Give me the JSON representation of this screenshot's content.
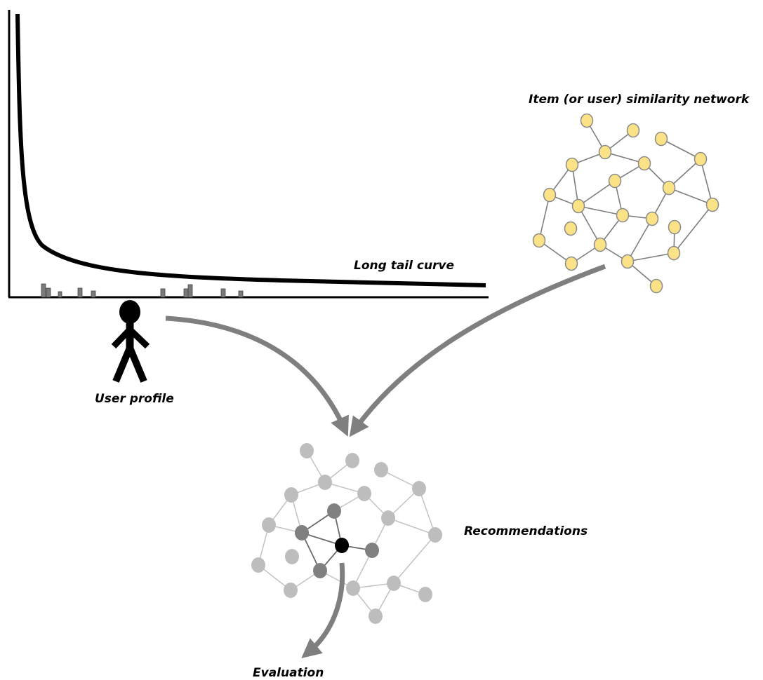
{
  "labels": {
    "long_tail": "Long tail curve",
    "network": "Item (or user) similarity network",
    "user": "User profile",
    "recommendations": "Recommendations",
    "evaluation": "Evaluation"
  },
  "colors": {
    "curve": "#000000",
    "histogram_bar": "#7a7a7a",
    "network_node": "#fbe287",
    "network_node_stroke": "#8a8a8a",
    "network_edge": "#7d7d7d",
    "arrow": "#7f7f7f",
    "rec_node_light": "#bdbdbd",
    "rec_node_mid": "#808080",
    "rec_node_target": "#000000",
    "rec_edge_light": "#c2c2c2",
    "rec_edge_dark": "#6a6a6a"
  },
  "icons": [
    "user-stick-figure-icon"
  ]
}
